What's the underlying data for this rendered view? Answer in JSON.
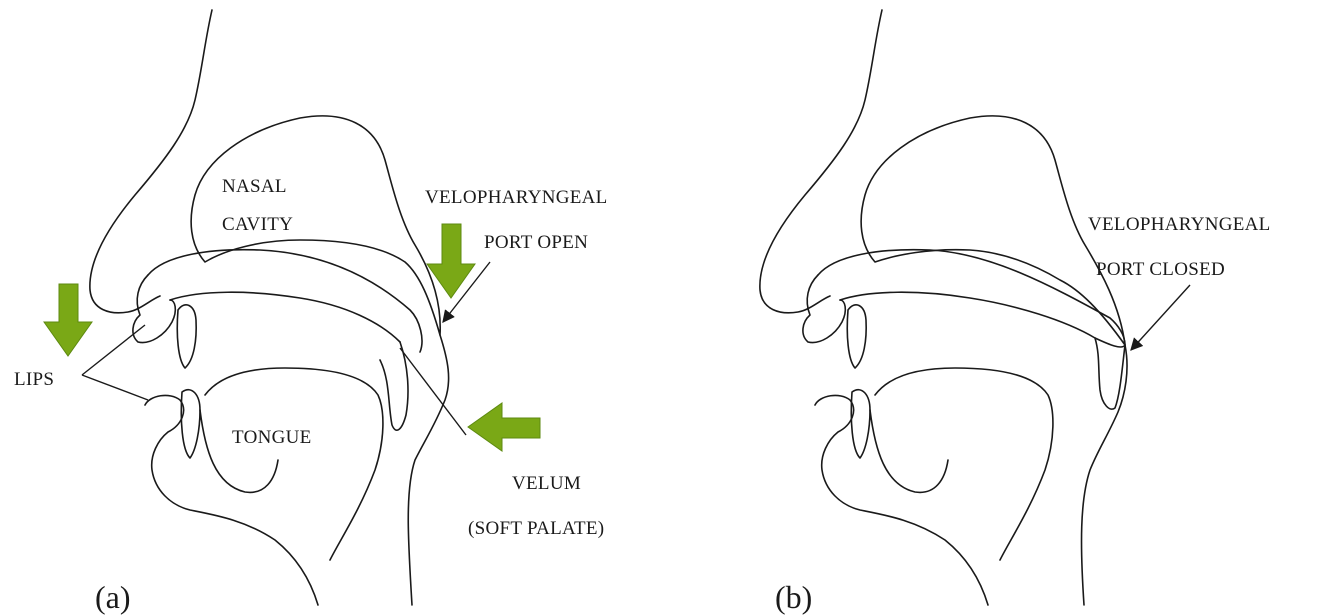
{
  "panel_a": {
    "label": "(a)",
    "nasal_cavity": [
      "NASAL",
      "CAVITY"
    ],
    "velopharyngeal": [
      "VELOPHARYNGEAL",
      "PORT OPEN"
    ],
    "lips": "LIPS",
    "tongue": "TONGUE",
    "velum": [
      "VELUM",
      "(SOFT PALATE)"
    ]
  },
  "panel_b": {
    "label": "(b)",
    "velopharyngeal": [
      "VELOPHARYNGEAL",
      "PORT CLOSED"
    ]
  },
  "colors": {
    "highlight_arrow": "#7aa816",
    "line": "#1a1a1a"
  }
}
